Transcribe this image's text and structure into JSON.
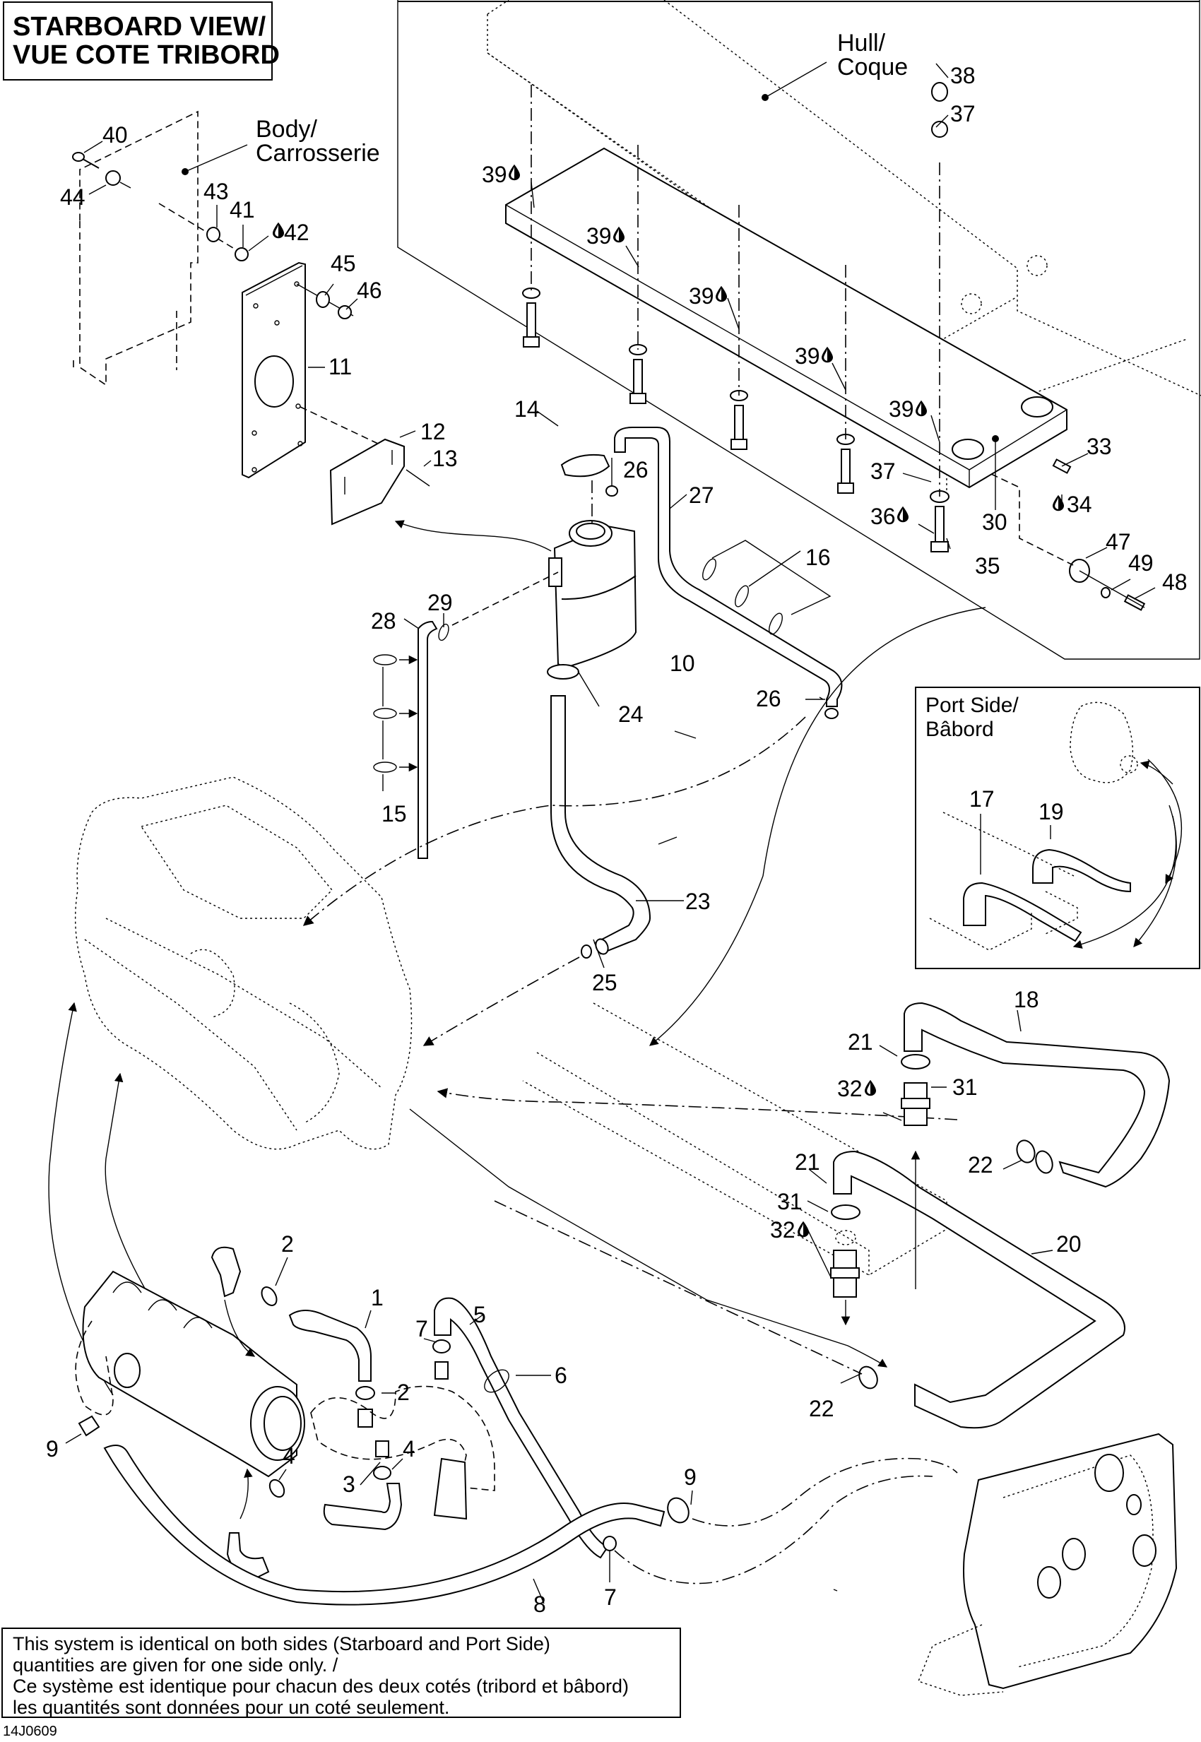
{
  "header": {
    "title_line1": "STARBOARD VIEW/",
    "title_line2": "VUE COTE TRIBORD"
  },
  "references": {
    "body_line1": "Body/",
    "body_line2": "Carrosserie",
    "hull_line1": "Hull/",
    "hull_line2": "Coque"
  },
  "inset": {
    "title_line1": "Port Side/",
    "title_line2": "Bâbord",
    "callouts": [
      "17",
      "19"
    ]
  },
  "callouts": {
    "c1": "1",
    "c2a": "2",
    "c2b": "2",
    "c3": "3",
    "c4a": "4",
    "c4b": "4",
    "c5": "5",
    "c6": "6",
    "c7a": "7",
    "c7b": "7",
    "c8": "8",
    "c9a": "9",
    "c9b": "9",
    "c10": "10",
    "c11": "11",
    "c12": "12",
    "c13": "13",
    "c14": "14",
    "c15": "15",
    "c16": "16",
    "c18": "18",
    "c20": "20",
    "c21a": "21",
    "c21b": "21",
    "c22a": "22",
    "c22b": "22",
    "c23": "23",
    "c24": "24",
    "c25": "25",
    "c26a": "26",
    "c26b": "26",
    "c27": "27",
    "c28": "28",
    "c29": "29",
    "c30": "30",
    "c31a": "31",
    "c31b": "31",
    "c32a": "32",
    "c32b": "32",
    "c33": "33",
    "c34": "34",
    "c35": "35",
    "c36": "36",
    "c37a": "37",
    "c37b": "37",
    "c38": "38",
    "c39a": "39",
    "c39b": "39",
    "c39c": "39",
    "c39d": "39",
    "c39e": "39",
    "c40": "40",
    "c41": "41",
    "c42": "42",
    "c43": "43",
    "c44": "44",
    "c45": "45",
    "c46": "46",
    "c47": "47",
    "c48": "48",
    "c49": "49"
  },
  "legend_icons": {
    "sealant_drop": "drop-icon"
  },
  "note": {
    "line1": "This system is identical on both sides (Starboard and Port Side)",
    "line2": "quantities are given for one side only. /",
    "line3": "Ce système est identique pour chacun des deux cotés (tribord et bâbord)",
    "line4": "les quantités sont données pour un coté seulement."
  },
  "figure_code": "14J0609"
}
